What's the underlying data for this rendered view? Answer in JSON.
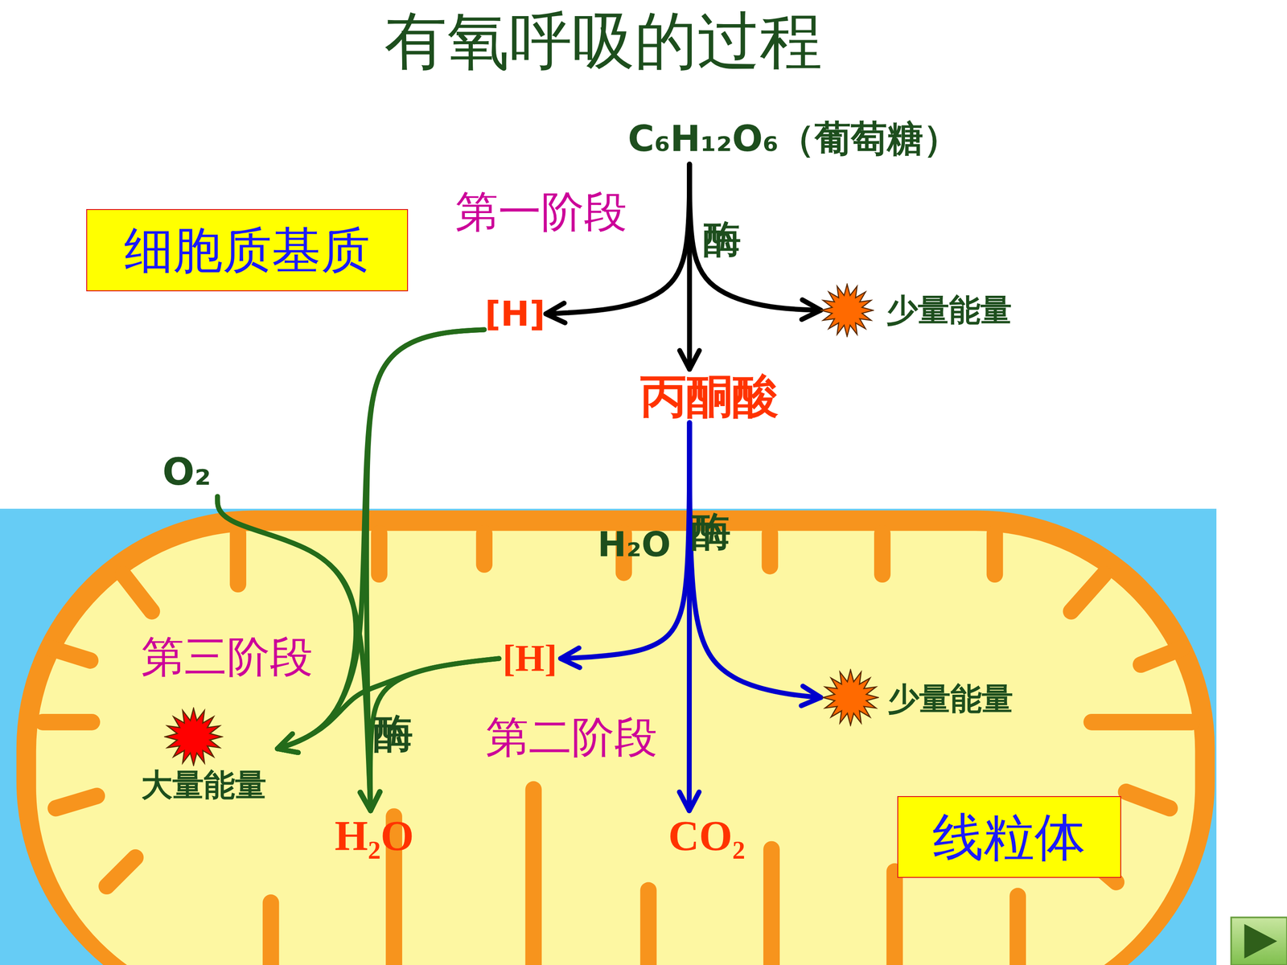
{
  "diagram": {
    "title": "有氧呼吸的过程",
    "nodes": [
      {
        "text": [
          "细胞质基质"
        ]
      },
      {
        "text": [
          "C₆H₁₂O₆（葡萄糖）"
        ]
      },
      {
        "text": [
          "[H]"
        ]
      },
      {
        "text": [
          "少量能量"
        ]
      },
      {
        "text": [
          "丙酮酸"
        ]
      },
      {
        "text": [
          "O₂"
        ]
      },
      {
        "text": [
          "[H]"
        ]
      },
      {
        "text": [
          "少量能量"
        ]
      },
      {
        "text": [
          "大量能量"
        ]
      },
      {
        "text": [
          "H₂O"
        ]
      },
      {
        "text": [
          "CO₂"
        ]
      },
      {
        "text": [
          "线粒体"
        ]
      }
    ],
    "edges": [
      {
        "from": 1,
        "to": 2,
        "arrow": "to"
      },
      {
        "from": 1,
        "to": 3,
        "arrow": "to"
      },
      {
        "from": 1,
        "to": 4,
        "arrow": "to",
        "label": "酶"
      },
      {
        "from": 4,
        "to": 6,
        "arrow": "to"
      },
      {
        "from": 4,
        "to": 7,
        "arrow": "to"
      },
      {
        "from": 4,
        "to": 10,
        "arrow": "to",
        "label": "酶"
      },
      {
        "from": 2,
        "to": 9,
        "arrow": "to"
      },
      {
        "from": 5,
        "to": 9,
        "arrow": "to"
      },
      {
        "from": 6,
        "to": 9,
        "arrow": "to",
        "label": "酶"
      },
      {
        "from": 2,
        "to": 8,
        "arrow": "to"
      },
      {
        "from": 5,
        "to": 8,
        "arrow": "to"
      },
      {
        "from": 6,
        "to": 8,
        "arrow": "to"
      }
    ],
    "labels": [
      "第一阶段",
      "H₂O",
      "第三阶段",
      "第二阶段"
    ]
  }
}
